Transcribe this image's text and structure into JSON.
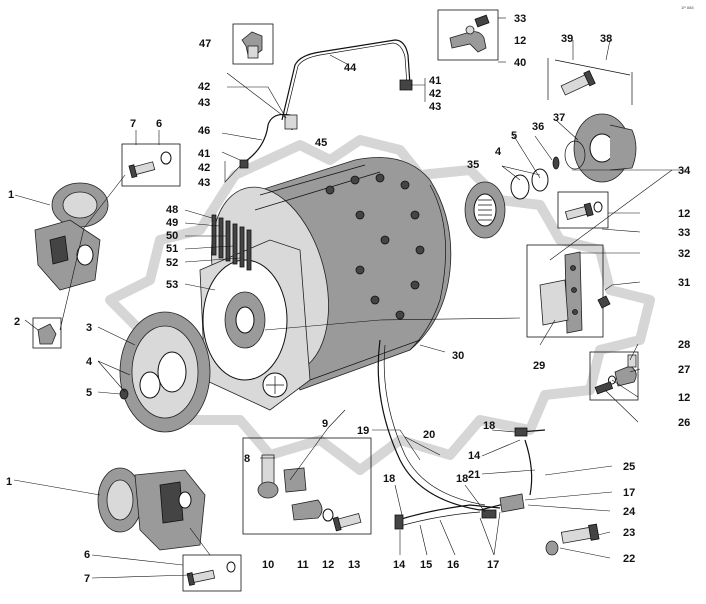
{
  "diagram": {
    "corner_code": "1P 888",
    "callouts": [
      {
        "id": "c33a",
        "text": "33"
      },
      {
        "id": "c12a",
        "text": "12"
      },
      {
        "id": "c40",
        "text": "40"
      },
      {
        "id": "c47",
        "text": "47"
      },
      {
        "id": "c44",
        "text": "44"
      },
      {
        "id": "c42a",
        "text": "42"
      },
      {
        "id": "c43a",
        "text": "43"
      },
      {
        "id": "c41a",
        "text": "41"
      },
      {
        "id": "c42b",
        "text": "42"
      },
      {
        "id": "c43b",
        "text": "43"
      },
      {
        "id": "c46",
        "text": "46"
      },
      {
        "id": "c45",
        "text": "45"
      },
      {
        "id": "c41b",
        "text": "41"
      },
      {
        "id": "c42c",
        "text": "42"
      },
      {
        "id": "c43c",
        "text": "43"
      },
      {
        "id": "c39",
        "text": "39"
      },
      {
        "id": "c38",
        "text": "38"
      },
      {
        "id": "c37",
        "text": "37"
      },
      {
        "id": "c36",
        "text": "36"
      },
      {
        "id": "c5a",
        "text": "5"
      },
      {
        "id": "c4a",
        "text": "4"
      },
      {
        "id": "c35",
        "text": "35"
      },
      {
        "id": "c34",
        "text": "34"
      },
      {
        "id": "c12b",
        "text": "12"
      },
      {
        "id": "c33b",
        "text": "33"
      },
      {
        "id": "c32",
        "text": "32"
      },
      {
        "id": "c31",
        "text": "31"
      },
      {
        "id": "c29",
        "text": "29"
      },
      {
        "id": "c30",
        "text": "30"
      },
      {
        "id": "c28",
        "text": "28"
      },
      {
        "id": "c27",
        "text": "27"
      },
      {
        "id": "c12c",
        "text": "12"
      },
      {
        "id": "c26",
        "text": "26"
      },
      {
        "id": "c7a",
        "text": "7"
      },
      {
        "id": "c6a",
        "text": "6"
      },
      {
        "id": "c1a",
        "text": "1"
      },
      {
        "id": "c2",
        "text": "2"
      },
      {
        "id": "c3",
        "text": "3"
      },
      {
        "id": "c4b",
        "text": "4"
      },
      {
        "id": "c5b",
        "text": "5"
      },
      {
        "id": "c48",
        "text": "48"
      },
      {
        "id": "c49",
        "text": "49"
      },
      {
        "id": "c50",
        "text": "50"
      },
      {
        "id": "c51",
        "text": "51"
      },
      {
        "id": "c52",
        "text": "52"
      },
      {
        "id": "c53",
        "text": "53"
      },
      {
        "id": "c8",
        "text": "8"
      },
      {
        "id": "c9",
        "text": "9"
      },
      {
        "id": "c10",
        "text": "10"
      },
      {
        "id": "c11",
        "text": "11"
      },
      {
        "id": "c12d",
        "text": "12"
      },
      {
        "id": "c13",
        "text": "13"
      },
      {
        "id": "c19",
        "text": "19"
      },
      {
        "id": "c20",
        "text": "20"
      },
      {
        "id": "c18a",
        "text": "18"
      },
      {
        "id": "c14a",
        "text": "14"
      },
      {
        "id": "c21",
        "text": "21"
      },
      {
        "id": "c25",
        "text": "25"
      },
      {
        "id": "c17a",
        "text": "17"
      },
      {
        "id": "c18b",
        "text": "18"
      },
      {
        "id": "c18c",
        "text": "18"
      },
      {
        "id": "c24",
        "text": "24"
      },
      {
        "id": "c23",
        "text": "23"
      },
      {
        "id": "c22",
        "text": "22"
      },
      {
        "id": "c14b",
        "text": "14"
      },
      {
        "id": "c15",
        "text": "15"
      },
      {
        "id": "c16",
        "text": "16"
      },
      {
        "id": "c17b",
        "text": "17"
      },
      {
        "id": "c1b",
        "text": "1"
      },
      {
        "id": "c6b",
        "text": "6"
      },
      {
        "id": "c7b",
        "text": "7"
      }
    ]
  }
}
